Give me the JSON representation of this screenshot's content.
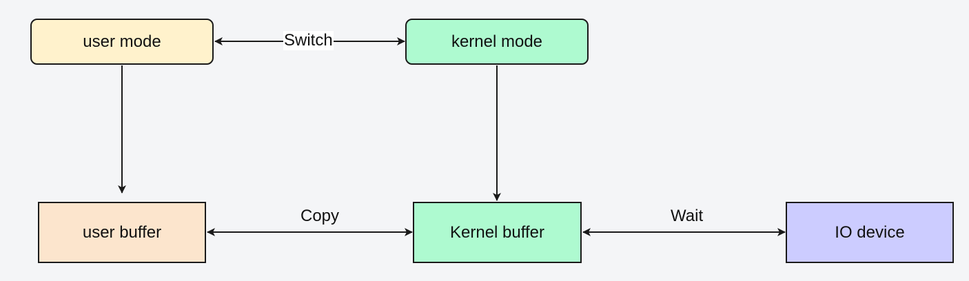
{
  "colors": {
    "background": "#f4f5f7",
    "stroke": "#1a1a1a",
    "user_mode_fill": "#fff2cc",
    "kernel_mode_fill": "#aefad0",
    "user_buffer_fill": "#fce5cd",
    "kernel_buffer_fill": "#aefad0",
    "io_device_fill": "#ccccff"
  },
  "nodes": {
    "user_mode": "user mode",
    "kernel_mode": "kernel mode",
    "user_buffer": "user buffer",
    "kernel_buffer": "Kernel buffer",
    "io_device": "IO device"
  },
  "edges": {
    "switch": "Switch",
    "copy": "Copy",
    "wait": "Wait"
  }
}
